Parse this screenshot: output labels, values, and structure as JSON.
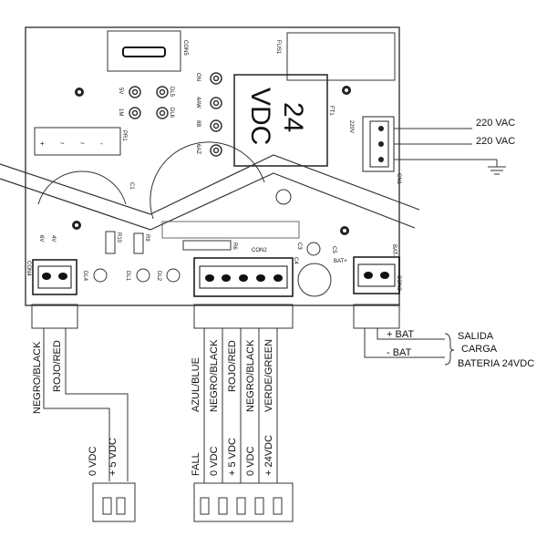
{
  "board": {
    "conn5": "CON5",
    "fus1": "FUS1",
    "ft1": "FT1",
    "transformer_volts": "24",
    "transformer_unit": "VDC",
    "switch_on": "ON",
    "v5": "5V",
    "dl5": "DL5",
    "m1": "1M",
    "dl6": "DL6",
    "v4aw": "4AW",
    "v8": "8B",
    "v6az": "6AZ",
    "pr1": "PR1",
    "c1": "C1",
    "v220": "220V",
    "cn1": "CN1",
    "r10": "R10",
    "r9": "R9",
    "r6": "R6",
    "c3": "C3",
    "c5": "C5",
    "c4": "C4",
    "con2": "CON2",
    "con3": "CON3",
    "con4": "CON4",
    "bat_plus": "BAT+",
    "bat_minus": "BAT-",
    "dl4": "DL4",
    "dl1": "DL1",
    "dl2": "DL2",
    "v6v": "6V",
    "v4v": "4V"
  },
  "mains": {
    "line1": "220 VAC",
    "line2": "220 VAC"
  },
  "left_cable": {
    "wire1": "NEGRO/BLACK",
    "wire2": "ROJO/RED",
    "pin1": "0 VDC",
    "pin2": "+ 5 VDC"
  },
  "mid_cable": {
    "wires": [
      "AZUL/BLUE",
      "NEGRO/BLACK",
      "ROJO/RED",
      "NEGRO/BLACK",
      "VERDE/GREEN"
    ],
    "pins": [
      "FALL",
      "0 VDC",
      "+ 5 VDC",
      "0 VDC",
      "+ 24VDC"
    ]
  },
  "battery": {
    "plus": "+ BAT",
    "minus": "- BAT",
    "salida": "SALIDA",
    "carga": "CARGA",
    "bateria": "BATERIA 24VDC"
  }
}
